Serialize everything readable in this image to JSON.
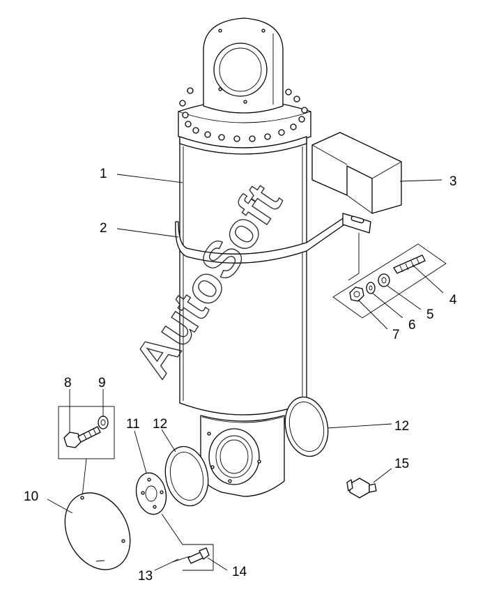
{
  "watermark": "AutoSoft",
  "callouts": [
    {
      "id": "1",
      "label": "1"
    },
    {
      "id": "2",
      "label": "2"
    },
    {
      "id": "3",
      "label": "3"
    },
    {
      "id": "4",
      "label": "4"
    },
    {
      "id": "5",
      "label": "5"
    },
    {
      "id": "6",
      "label": "6"
    },
    {
      "id": "7",
      "label": "7"
    },
    {
      "id": "8",
      "label": "8"
    },
    {
      "id": "9",
      "label": "9"
    },
    {
      "id": "10",
      "label": "10"
    },
    {
      "id": "11",
      "label": "11"
    },
    {
      "id": "12a",
      "label": "12"
    },
    {
      "id": "12b",
      "label": "12"
    },
    {
      "id": "13",
      "label": "13"
    },
    {
      "id": "14",
      "label": "14"
    },
    {
      "id": "15",
      "label": "15"
    }
  ]
}
